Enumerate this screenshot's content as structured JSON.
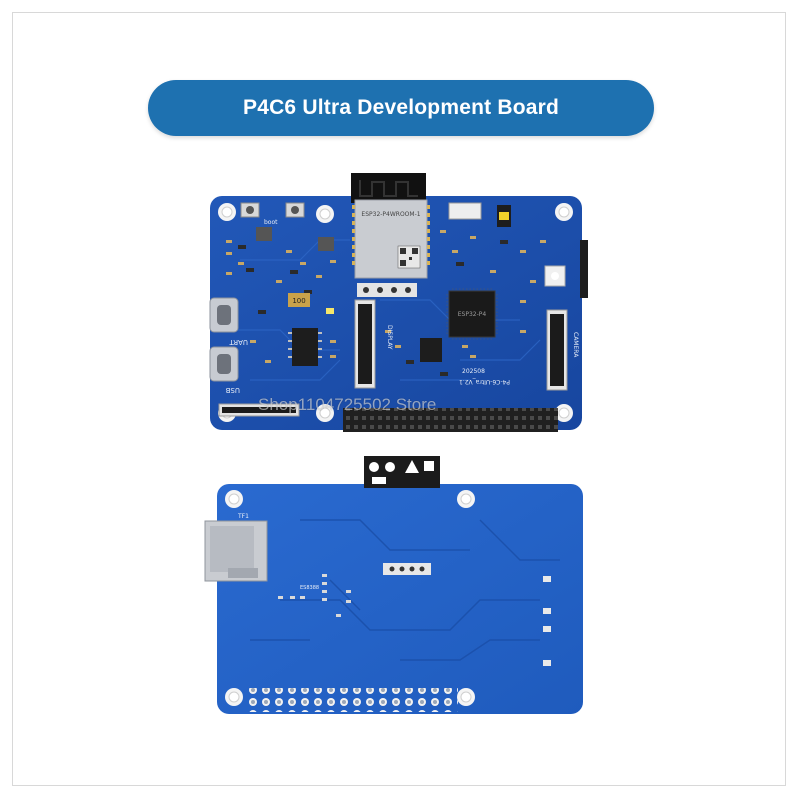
{
  "banner": {
    "title": "P4C6 Ultra Development Board"
  },
  "watermark": {
    "text": "Shop1104725502 Store"
  },
  "front_board": {
    "module_label": "ESP32-P4WROOM-1",
    "chip_label": "ESP32-P4",
    "labels": {
      "boot": "boot",
      "uart": "UART",
      "usb": "USB",
      "display": "DISPLAY",
      "camera": "CAMERA",
      "version": "P4-C6-Ultra_V2.1",
      "date": "202508",
      "crystal": "100"
    }
  },
  "back_board": {
    "label_tf": "TF1",
    "label_ic": "ES8388"
  },
  "colors": {
    "banner": "#1e71b0",
    "pcb_front": "#1c4fae",
    "pcb_back": "#2563c9",
    "header_pins": "#1a1a1a",
    "shield": "#c9ccd1"
  }
}
